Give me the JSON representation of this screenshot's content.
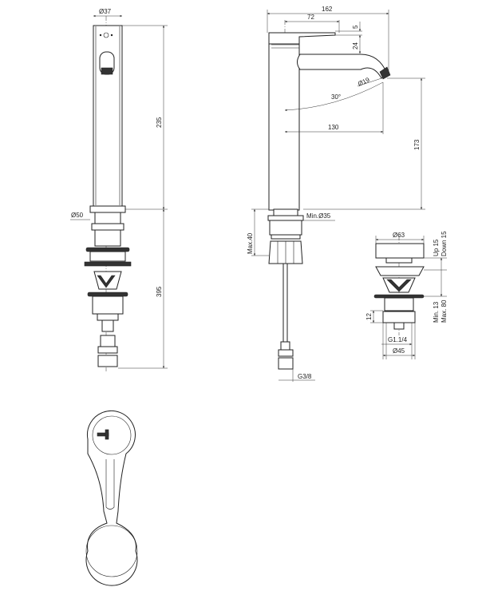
{
  "front_view": {
    "diameter_top": "Ø37",
    "height_body": "235",
    "diameter_base": "Ø50",
    "height_below": "395"
  },
  "side_view": {
    "overall_width": "162",
    "lever_length": "72",
    "lever_gap": "5",
    "lever_to_spout": "24",
    "aerator_diameter": "Ø19",
    "angle": "30°",
    "spout_reach": "130",
    "spout_height": "173",
    "hole_min": "Min.Ø35",
    "deck_max": "Max.40",
    "hose_thread": "G3/8"
  },
  "waste_view": {
    "cap_diameter": "Ø63",
    "travel_up": "Up 15",
    "travel_down": "Down 15",
    "thickness_min": "Min. 13",
    "thickness_max": "Max. 80",
    "nut_height": "12",
    "thread": "G1.1/4",
    "body_diameter": "Ø45"
  }
}
